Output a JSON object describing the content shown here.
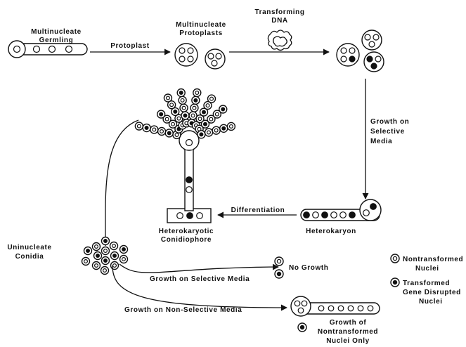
{
  "labels": {
    "multinucleate_germling": [
      "Multinucleate",
      "Germling"
    ],
    "protoplast": "Protoplast",
    "multinucleate_protoplasts": [
      "Multinucleate",
      "Protoplasts"
    ],
    "transforming_dna": [
      "Transforming",
      "DNA"
    ],
    "growth_selective_media_right": [
      "Growth on",
      "Selective",
      "Media"
    ],
    "differentiation": "Differentiation",
    "heterokaryon": "Heterokaryon",
    "heterokaryotic_conidiophore": [
      "Heterokaryotic",
      "Conidiophore"
    ],
    "uninucleate_conidia": [
      "Uninucleate",
      "Conidia"
    ],
    "no_growth": "No Growth",
    "growth_on_selective_media": "Growth on Selective Media",
    "growth_on_non_selective_media": "Growth on Non-Selective Media",
    "growth_of_nontransformed": [
      "Growth of",
      "Nontransformed",
      "Nuclei Only"
    ]
  },
  "legend": {
    "nontransformed": [
      "Nontransformed",
      "Nuclei"
    ],
    "transformed": [
      "Transformed",
      "Gene Disrupted",
      "Nuclei"
    ]
  },
  "colors": {
    "ink": "#111111",
    "paper": "#ffffff"
  }
}
